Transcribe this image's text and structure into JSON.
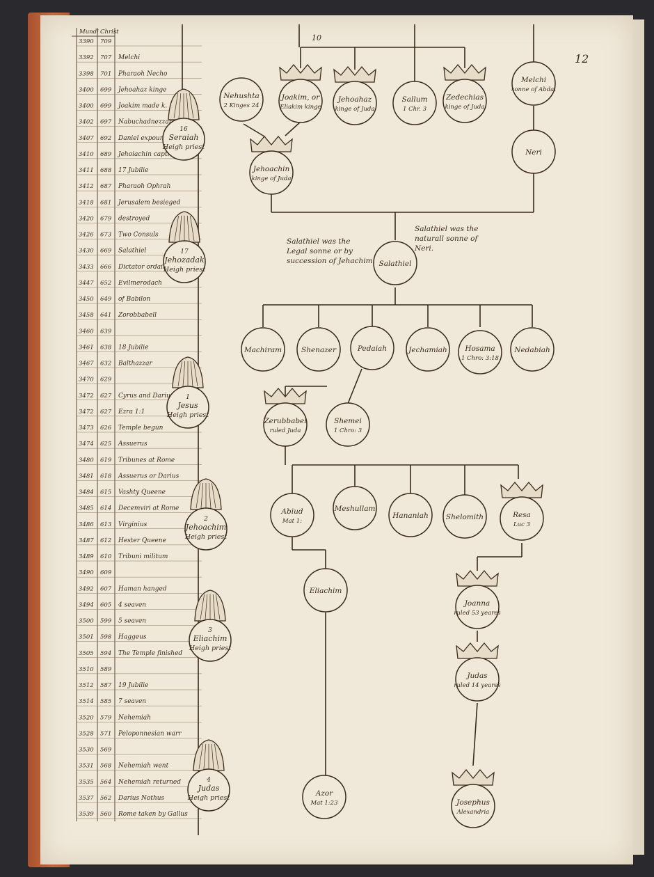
{
  "page": {
    "folio": "12",
    "top_number": "10"
  },
  "colors": {
    "ink": "#3a2a1a",
    "paper": "#f0e9da",
    "binding": "#b35c34"
  },
  "left_table": {
    "header": [
      "Mundi",
      "Christ"
    ],
    "rows": [
      {
        "y1": "3390",
        "y2": "709",
        "text": ""
      },
      {
        "y1": "3392",
        "y2": "707",
        "text": "Melchi"
      },
      {
        "y1": "3398",
        "y2": "701",
        "text": "Pharaoh Necho"
      },
      {
        "y1": "3400",
        "y2": "699",
        "text": "Jehoahaz kinge"
      },
      {
        "y1": "3400",
        "y2": "699",
        "text": "Joakim made k."
      },
      {
        "y1": "3402",
        "y2": "697",
        "text": "Nabuchadnezzar"
      },
      {
        "y1": "3407",
        "y2": "692",
        "text": "Daniel expounds"
      },
      {
        "y1": "3410",
        "y2": "689",
        "text": "Jehoiachin captive"
      },
      {
        "y1": "3411",
        "y2": "688",
        "text": "17 Jubilie"
      },
      {
        "y1": "3412",
        "y2": "687",
        "text": "Pharaoh Ophrah"
      },
      {
        "y1": "3418",
        "y2": "681",
        "text": "Jerusalem besieged"
      },
      {
        "y1": "3420",
        "y2": "679",
        "text": "destroyed"
      },
      {
        "y1": "3426",
        "y2": "673",
        "text": "Two Consuls"
      },
      {
        "y1": "3430",
        "y2": "669",
        "text": "Salathiel"
      },
      {
        "y1": "3433",
        "y2": "666",
        "text": "Dictator ordained"
      },
      {
        "y1": "3447",
        "y2": "652",
        "text": "Evilmerodach"
      },
      {
        "y1": "3450",
        "y2": "649",
        "text": "of Babilon"
      },
      {
        "y1": "3458",
        "y2": "641",
        "text": "Zorobbabell"
      },
      {
        "y1": "3460",
        "y2": "639",
        "text": ""
      },
      {
        "y1": "3461",
        "y2": "638",
        "text": "18 Jubilie"
      },
      {
        "y1": "3467",
        "y2": "632",
        "text": "Balthazzar"
      },
      {
        "y1": "3470",
        "y2": "629",
        "text": ""
      },
      {
        "y1": "3472",
        "y2": "627",
        "text": "Cyrus and Darius"
      },
      {
        "y1": "3472",
        "y2": "627",
        "text": "Ezra 1:1"
      },
      {
        "y1": "3473",
        "y2": "626",
        "text": "Temple begun"
      },
      {
        "y1": "3474",
        "y2": "625",
        "text": "Assuerus"
      },
      {
        "y1": "3480",
        "y2": "619",
        "text": "Tribunes at Rome"
      },
      {
        "y1": "3481",
        "y2": "618",
        "text": "Assuerus or Darius"
      },
      {
        "y1": "3484",
        "y2": "615",
        "text": "Vashty Queene"
      },
      {
        "y1": "3485",
        "y2": "614",
        "text": "Decemviri at Rome"
      },
      {
        "y1": "3486",
        "y2": "613",
        "text": "Virginius"
      },
      {
        "y1": "3487",
        "y2": "612",
        "text": "Hester Queene"
      },
      {
        "y1": "3489",
        "y2": "610",
        "text": "Tribuni militum"
      },
      {
        "y1": "3490",
        "y2": "609",
        "text": ""
      },
      {
        "y1": "3492",
        "y2": "607",
        "text": "Haman hanged"
      },
      {
        "y1": "3494",
        "y2": "605",
        "text": "4 seaven"
      },
      {
        "y1": "3500",
        "y2": "599",
        "text": "5 seaven"
      },
      {
        "y1": "3501",
        "y2": "598",
        "text": "Haggeus"
      },
      {
        "y1": "3505",
        "y2": "594",
        "text": "The Temple finished"
      },
      {
        "y1": "3510",
        "y2": "589",
        "text": ""
      },
      {
        "y1": "3512",
        "y2": "587",
        "text": "19 Jubilie"
      },
      {
        "y1": "3514",
        "y2": "585",
        "text": "7 seaven"
      },
      {
        "y1": "3520",
        "y2": "579",
        "text": "Nehemiah"
      },
      {
        "y1": "3528",
        "y2": "571",
        "text": "Peloponnesian warr"
      },
      {
        "y1": "3530",
        "y2": "569",
        "text": ""
      },
      {
        "y1": "3531",
        "y2": "568",
        "text": "Nehemiah went"
      },
      {
        "y1": "3535",
        "y2": "564",
        "text": "Nehemiah returned"
      },
      {
        "y1": "3537",
        "y2": "562",
        "text": "Darius Nothus"
      },
      {
        "y1": "3539",
        "y2": "560",
        "text": "Rome taken by Gallus"
      }
    ]
  },
  "priests": [
    {
      "num": "16",
      "name": "Seraiah",
      "title": "Heigh priest"
    },
    {
      "num": "17",
      "name": "Jehozadak",
      "title": "Heigh priest"
    },
    {
      "num": "1",
      "name": "Jesus",
      "title": "Heigh priest"
    },
    {
      "num": "2",
      "name": "Jehoachim",
      "title": "Heigh priest"
    },
    {
      "num": "3",
      "name": "Eliachim",
      "title": "Heigh priest"
    },
    {
      "num": "4",
      "name": "Judas",
      "title": "Heigh priest"
    }
  ],
  "persons": {
    "nehushta": {
      "l1": "Nehushta",
      "l2": "2 Kinges 24"
    },
    "joakim": {
      "l1": "Joakim, or",
      "l2": "Eliakim kinge"
    },
    "jehoahaz": {
      "l1": "Jehoahaz",
      "l2": "kinge of Juda"
    },
    "sallum": {
      "l1": "Sallum",
      "l2": "1 Chr. 3"
    },
    "zedechias": {
      "l1": "Zedechias",
      "l2": "kinge of Juda"
    },
    "melchi": {
      "l1": "Melchi",
      "l2": "sonne of Abdai"
    },
    "jehoachin": {
      "l1": "Jehoachin",
      "l2": "kinge of Juda"
    },
    "neri": {
      "l1": "Neri",
      "l2": ""
    },
    "salathiel": {
      "l1": "Salathiel",
      "l2": ""
    },
    "machiram": {
      "l1": "Machiram",
      "l2": ""
    },
    "shenazer": {
      "l1": "Shenazer",
      "l2": ""
    },
    "pedaiah": {
      "l1": "Pedaiah",
      "l2": ""
    },
    "jechamiah": {
      "l1": "Jechamiah",
      "l2": ""
    },
    "hosama": {
      "l1": "Hosama",
      "l2": "1 Chro: 3:18"
    },
    "nedabiah": {
      "l1": "Nedabiah",
      "l2": ""
    },
    "zerubbabel": {
      "l1": "Zerubbabel",
      "l2": "ruled Juda"
    },
    "shemei": {
      "l1": "Shemei",
      "l2": "1 Chro: 3"
    },
    "abiud": {
      "l1": "Abiud",
      "l2": "Mat 1:"
    },
    "meshullam": {
      "l1": "Meshullam",
      "l2": ""
    },
    "hananiah": {
      "l1": "Hananiah",
      "l2": ""
    },
    "shelomith": {
      "l1": "Shelomith",
      "l2": ""
    },
    "resa": {
      "l1": "Resa",
      "l2": "Luc 3"
    },
    "eliachim": {
      "l1": "Eliachim",
      "l2": ""
    },
    "joanna": {
      "l1": "Joanna",
      "l2": "ruled 53 yeares"
    },
    "judas": {
      "l1": "Judas",
      "l2": "ruled 14 yeares"
    },
    "azor": {
      "l1": "Azor",
      "l2": "Mat 1:23"
    },
    "josephus": {
      "l1": "Josephus",
      "l2": "Alexandria"
    }
  },
  "notes": {
    "legal": "Salathiel was the Legal sonne by succession of Jehachim.",
    "natural": "Salathiel was the naturall sonne of Neri."
  }
}
